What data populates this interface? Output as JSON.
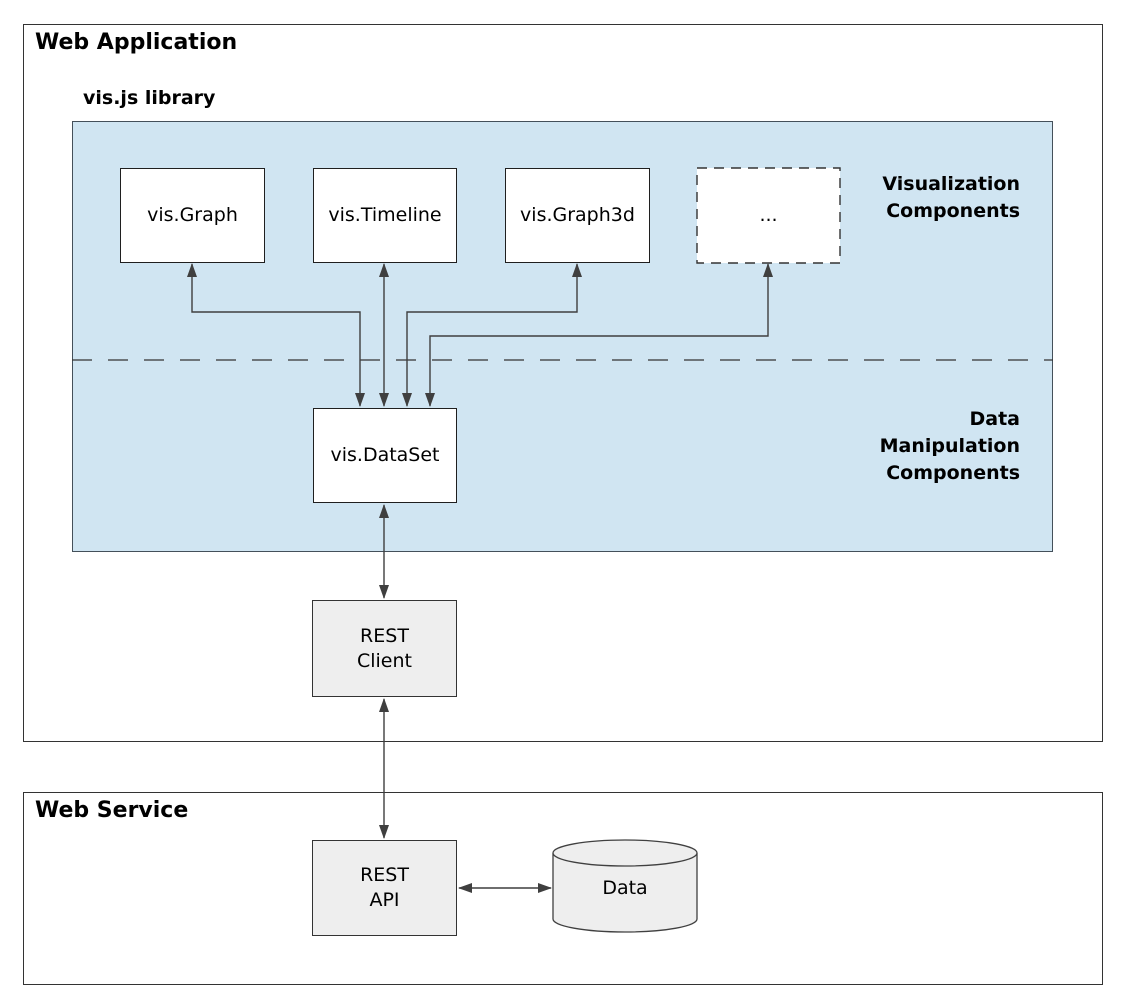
{
  "colors": {
    "library_panel_fill": "#d0e5f2",
    "node_fill_white": "#ffffff",
    "node_fill_gray": "#eeeeee",
    "frame_border": "#333333",
    "node_border": "#1f1f1f",
    "arrow": "#3f3f3f",
    "text": "#000000"
  },
  "web_application": {
    "title": "Web Application",
    "library": {
      "title": "vis.js library",
      "section_labels": {
        "visualization": "Visualization\nComponents",
        "data_manipulation": "Data\nManipulation\nComponents"
      },
      "nodes": {
        "vis_graph": {
          "label": "vis.Graph"
        },
        "vis_timeline": {
          "label": "vis.Timeline"
        },
        "vis_graph3d": {
          "label": "vis.Graph3d"
        },
        "more_components": {
          "label": "..."
        },
        "vis_dataset": {
          "label": "vis.DataSet"
        }
      }
    },
    "nodes": {
      "rest_client": {
        "label": "REST\nClient"
      }
    }
  },
  "web_service": {
    "title": "Web Service",
    "nodes": {
      "rest_api": {
        "label": "REST\nAPI"
      },
      "data_store": {
        "label": "Data"
      }
    }
  }
}
